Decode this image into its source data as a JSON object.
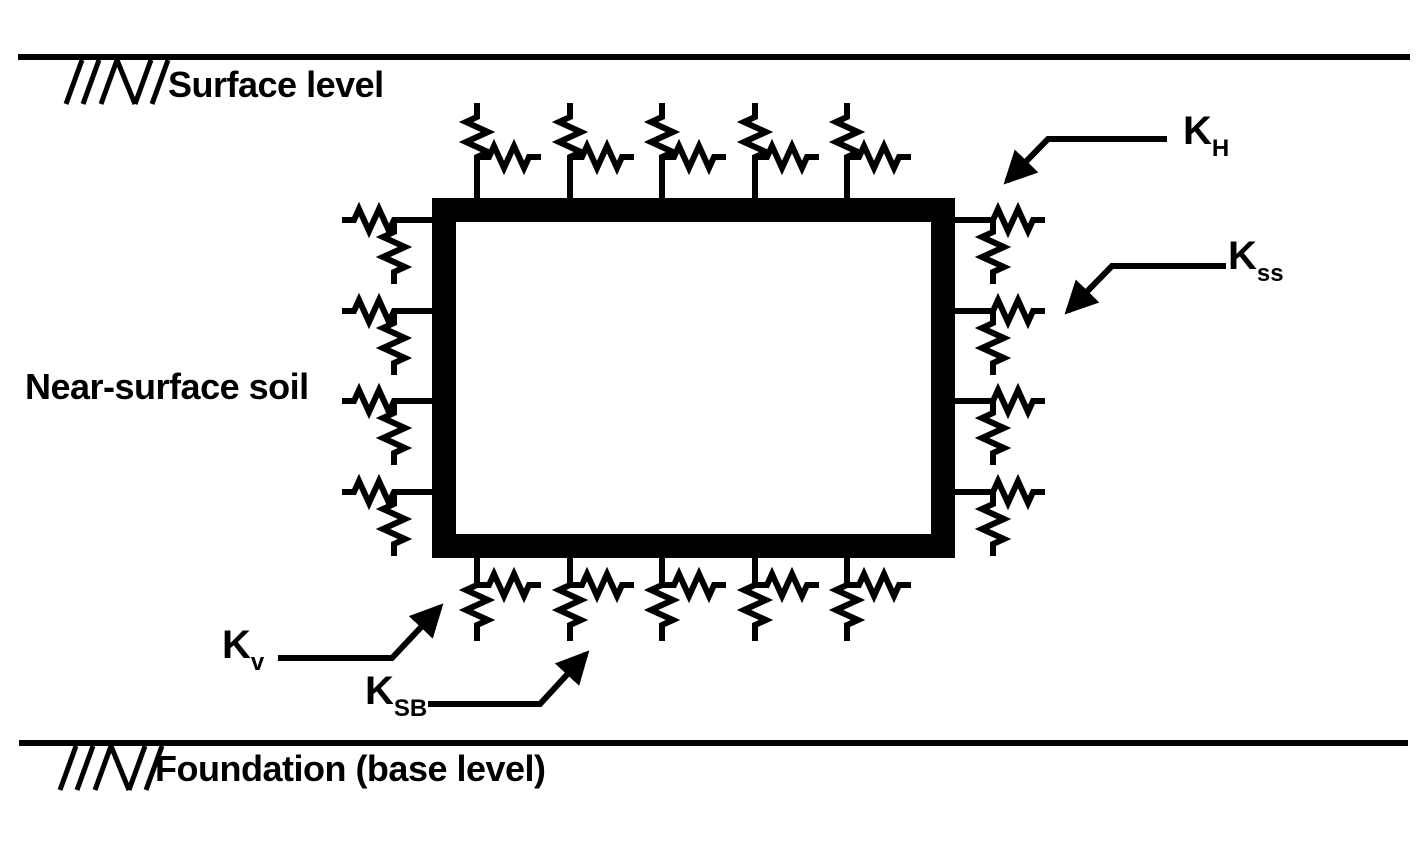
{
  "labels": {
    "surface_level": "Surface level",
    "near_surface_soil": "Near-surface soil",
    "foundation": "Foundation (base level)",
    "k_h": {
      "base": "K",
      "sub": "H"
    },
    "k_ss": {
      "base": "K",
      "sub": "ss"
    },
    "k_v": {
      "base": "K",
      "sub": "v"
    },
    "k_sb": {
      "base": "K",
      "sub": "SB"
    }
  },
  "springs": {
    "top_count": 5,
    "bottom_count": 5,
    "left_count": 4,
    "right_count": 4
  },
  "colors": {
    "ink": "#000000",
    "background": "#ffffff"
  }
}
